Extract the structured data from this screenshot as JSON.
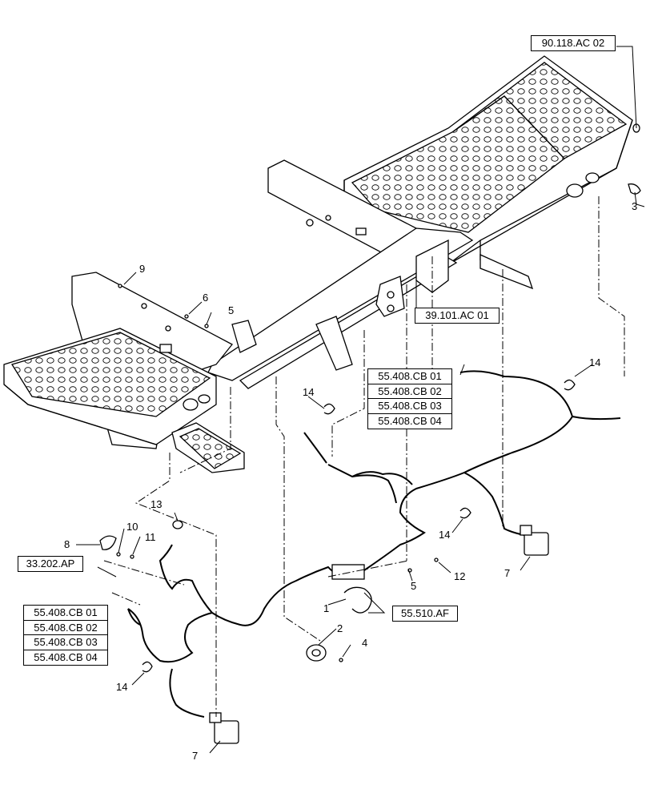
{
  "refs": {
    "top_right": "90.118.AC 02",
    "frame": "39.101.AC 01",
    "harness_right": [
      "55.408.CB 01",
      "55.408.CB 02",
      "55.408.CB 03",
      "55.408.CB 04"
    ],
    "left_fender": "33.202.AP",
    "harness_left": [
      "55.408.CB 01",
      "55.408.CB 02",
      "55.408.CB 03",
      "55.408.CB 04"
    ],
    "bracket": "55.510.AF"
  },
  "callouts": {
    "c1": "1",
    "c2": "2",
    "c3": "3",
    "c4": "4",
    "c5a": "5",
    "c5b": "5",
    "c6": "6",
    "c7a": "7",
    "c7b": "7",
    "c8": "8",
    "c9": "9",
    "c10": "10",
    "c11": "11",
    "c12": "12",
    "c13": "13",
    "c14a": "14",
    "c14b": "14",
    "c14c": "14",
    "c14d": "14"
  }
}
